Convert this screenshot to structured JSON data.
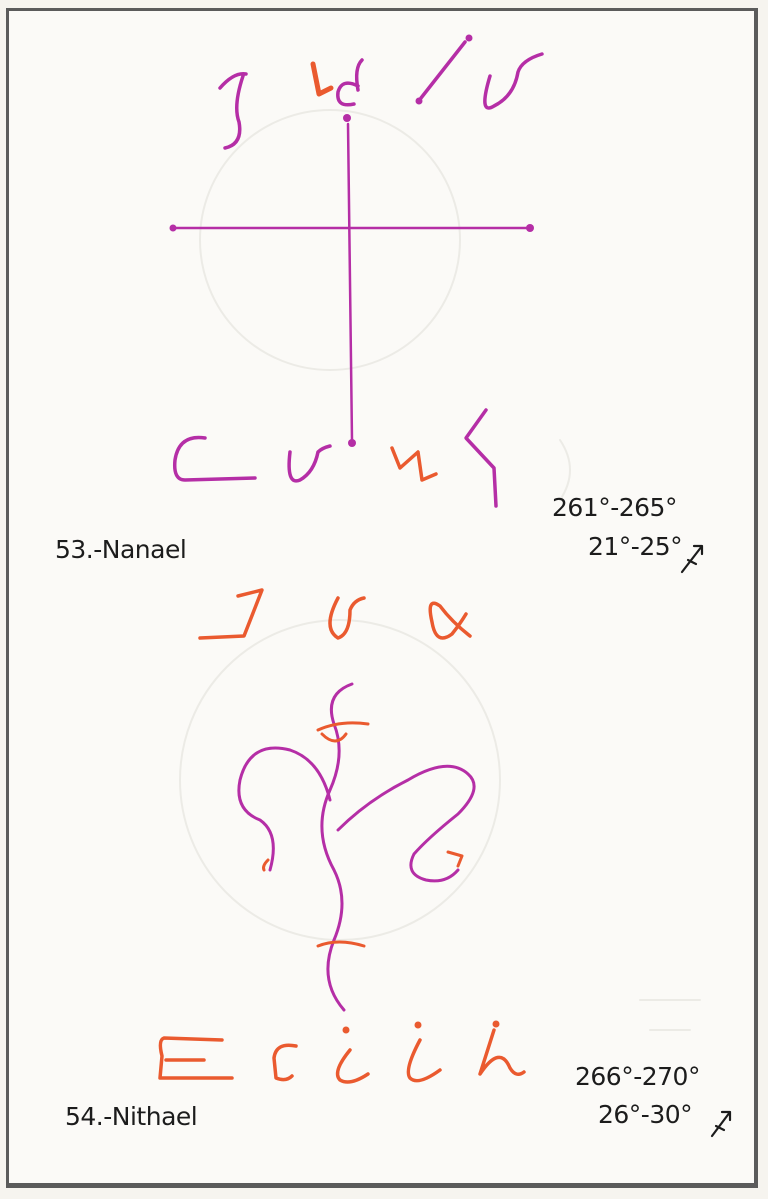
{
  "sigils": [
    {
      "name": "53.-Nanael",
      "degrees_absolute": "261°-265°",
      "degrees_sign": "21°-25°",
      "sign_icon": "sagittarius-icon"
    },
    {
      "name": "54.-Nithael",
      "degrees_absolute": "266°-270°",
      "degrees_sign": "26°-30°",
      "sign_icon": "sagittarius-icon"
    }
  ],
  "colors": {
    "magenta": "#b52ea6",
    "orange": "#ea5a2f",
    "frame": "#5b5b5b",
    "paper": "#fbfaf7",
    "text": "#1c1c1c"
  }
}
